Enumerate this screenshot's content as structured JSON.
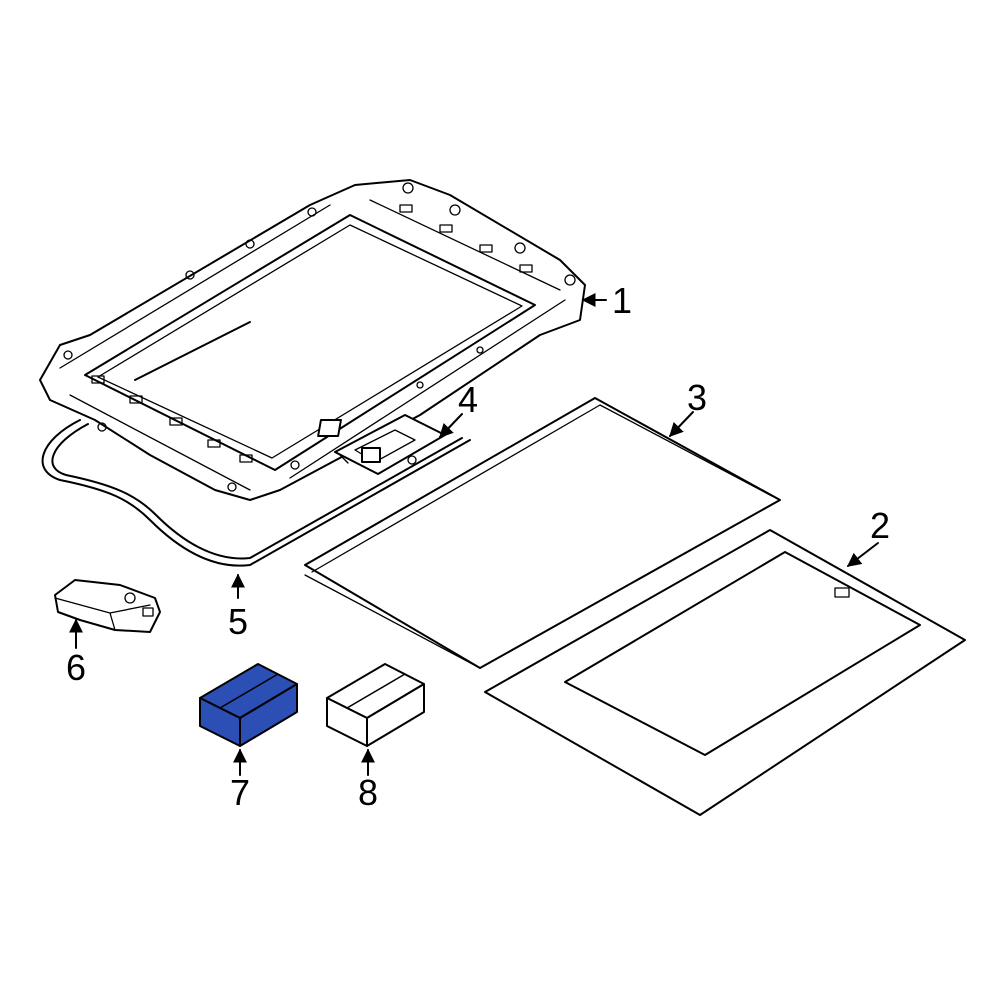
{
  "diagram": {
    "callouts": [
      {
        "id": "1",
        "label": "1"
      },
      {
        "id": "2",
        "label": "2"
      },
      {
        "id": "3",
        "label": "3"
      },
      {
        "id": "4",
        "label": "4"
      },
      {
        "id": "5",
        "label": "5"
      },
      {
        "id": "6",
        "label": "6"
      },
      {
        "id": "7",
        "label": "7"
      },
      {
        "id": "8",
        "label": "8"
      }
    ],
    "highlighted_part": "7",
    "colors": {
      "line": "#000000",
      "highlight_fill": "#2b4fb5",
      "background": "#ffffff"
    }
  }
}
